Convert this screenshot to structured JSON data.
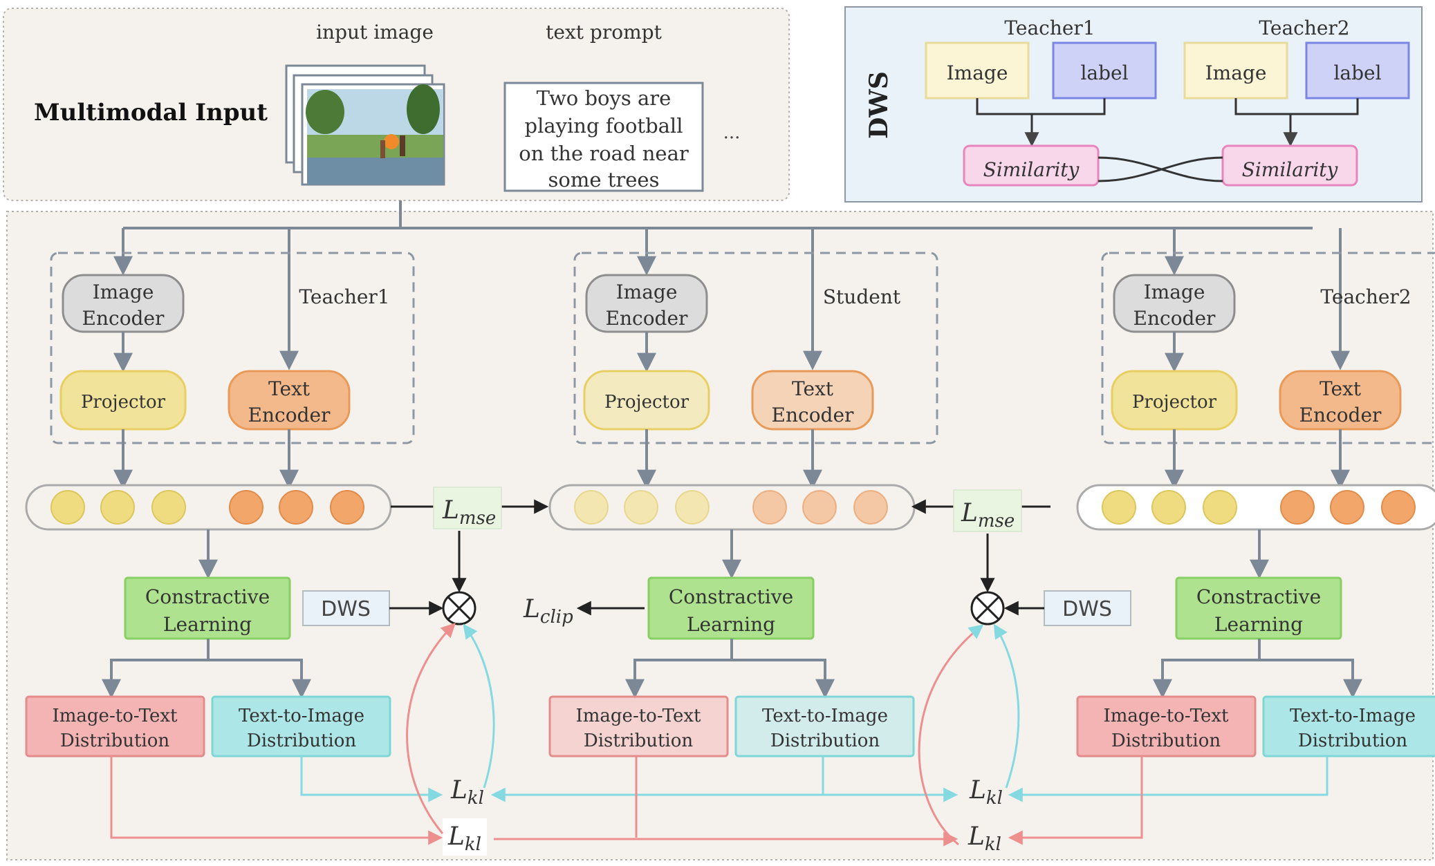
{
  "input_panel": {
    "title": "Multimodal Input",
    "image_caption": "input image",
    "text_caption": "text prompt",
    "prompt_lines": [
      "Two boys are",
      "playing football",
      "on the road near",
      "some trees"
    ],
    "ellipsis": "..."
  },
  "dws_panel": {
    "title": "DWS",
    "groups": [
      {
        "teacher": "Teacher1",
        "image": "Image",
        "label": "label",
        "similarity": "Similarity"
      },
      {
        "teacher": "Teacher2",
        "image": "Image",
        "label": "label",
        "similarity": "Similarity"
      }
    ]
  },
  "models": [
    {
      "name": "Teacher1",
      "image_encoder": [
        "Image",
        "Encoder"
      ],
      "projector": "Projector",
      "text_encoder": [
        "Text",
        "Encoder"
      ],
      "contrastive": [
        "Constractive",
        "Learning"
      ],
      "i2t": [
        "Image-to-Text",
        "Distribution"
      ],
      "t2i": [
        "Text-to-Image",
        "Distribution"
      ]
    },
    {
      "name": "Student",
      "image_encoder": [
        "Image",
        "Encoder"
      ],
      "projector": "Projector",
      "text_encoder": [
        "Text",
        "Encoder"
      ],
      "contrastive": [
        "Constractive",
        "Learning"
      ],
      "i2t": [
        "Image-to-Text",
        "Distribution"
      ],
      "t2i": [
        "Text-to-Image",
        "Distribution"
      ]
    },
    {
      "name": "Teacher2",
      "image_encoder": [
        "Image",
        "Encoder"
      ],
      "projector": "Projector",
      "text_encoder": [
        "Text",
        "Encoder"
      ],
      "contrastive": [
        "Constractive",
        "Learning"
      ],
      "i2t": [
        "Image-to-Text",
        "Distribution"
      ],
      "t2i": [
        "Text-to-Image",
        "Distribution"
      ]
    }
  ],
  "losses": {
    "mse_main": "L",
    "mse_sub": "mse",
    "clip_main": "L",
    "clip_sub": "clip",
    "kl_main": "L",
    "kl_sub": "kl",
    "dws_box": "DWS"
  },
  "colors": {
    "panel_bg": "#f5f2ee",
    "dws_bg": "#e9f1f9",
    "encoder_fill": "#dcdcdc",
    "projector_fill": "#f1e39a",
    "text_encoder_fill": "#f3b98a",
    "contrastive_fill": "#aee28e",
    "i2t_fill": "#f4b4b4",
    "t2i_fill": "#ade6e6",
    "kl_red": "#ee8f8f",
    "kl_cyan": "#85d9e0",
    "arrow_gray": "#7c8896"
  }
}
